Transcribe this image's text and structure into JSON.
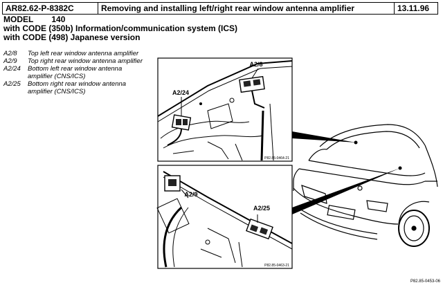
{
  "header": {
    "doc_id": "AR82.62-P-8382C",
    "title": "Removing and installing left/right rear window antenna amplifier",
    "date": "13.11.96"
  },
  "model": {
    "label": "MODEL",
    "value": "140",
    "line2": "with CODE (350b) Information/communication system (ICS)",
    "line3": "with CODE (498) Japanese version"
  },
  "legend": [
    {
      "code": "A2/8",
      "text": "Top left rear window antenna amplifier"
    },
    {
      "code": "A2/9",
      "text": "Top right rear window antenna amplifier"
    },
    {
      "code": "A2/24",
      "text": "Bottom left rear window antenna amplifier (CNS/ICS)"
    },
    {
      "code": "A2/25",
      "text": "Bottom right rear window antenna amplifier (CNS/ICS)"
    }
  ],
  "figure": {
    "top_labels": [
      "A2/24",
      "A2/8"
    ],
    "top_caption": "P82.85-0464-21",
    "bottom_labels": [
      "A2/9",
      "A2/25"
    ],
    "bottom_caption": "P82.85-0463-21",
    "caption": "P82.85-0453-06"
  }
}
